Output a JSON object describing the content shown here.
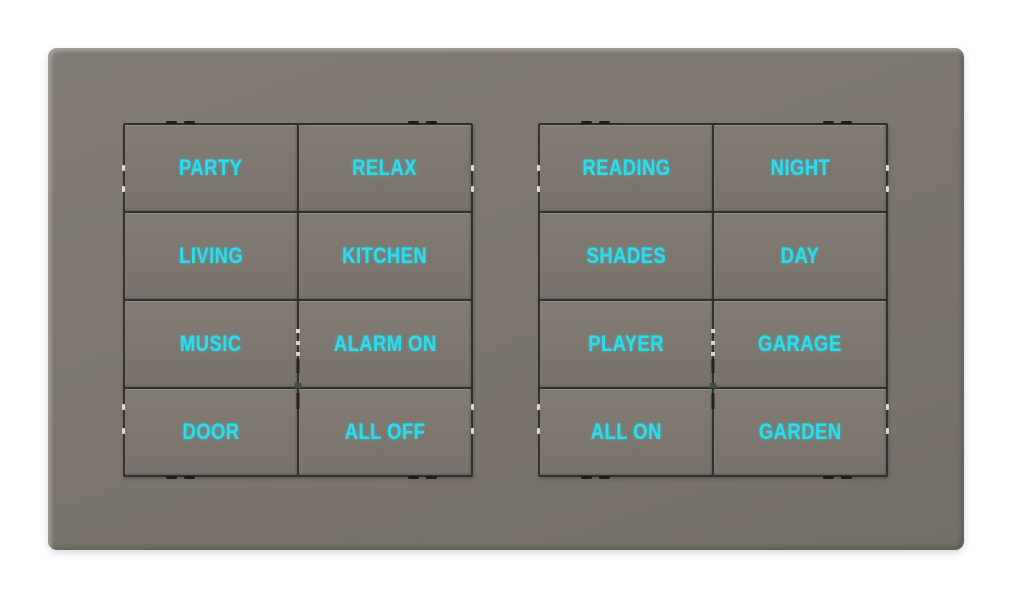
{
  "device": {
    "name": "smart-home-scene-keypad-panel",
    "plate_color": "#7c766f",
    "frame_color": "#33312d",
    "button_color": "#7c766e",
    "label_color": "#2cdcec",
    "background_color": "#ffffff"
  },
  "keypads": [
    {
      "id": "left",
      "rows": [
        [
          "PARTY",
          "RELAX"
        ],
        [
          "LIVING",
          "KITCHEN"
        ],
        [
          "MUSIC",
          "ALARM ON"
        ],
        [
          "DOOR",
          "ALL OFF"
        ]
      ]
    },
    {
      "id": "right",
      "rows": [
        [
          "READING",
          "NIGHT"
        ],
        [
          "SHADES",
          "DAY"
        ],
        [
          "PLAYER",
          "GARAGE"
        ],
        [
          "ALL ON",
          "GARDEN"
        ]
      ]
    }
  ]
}
